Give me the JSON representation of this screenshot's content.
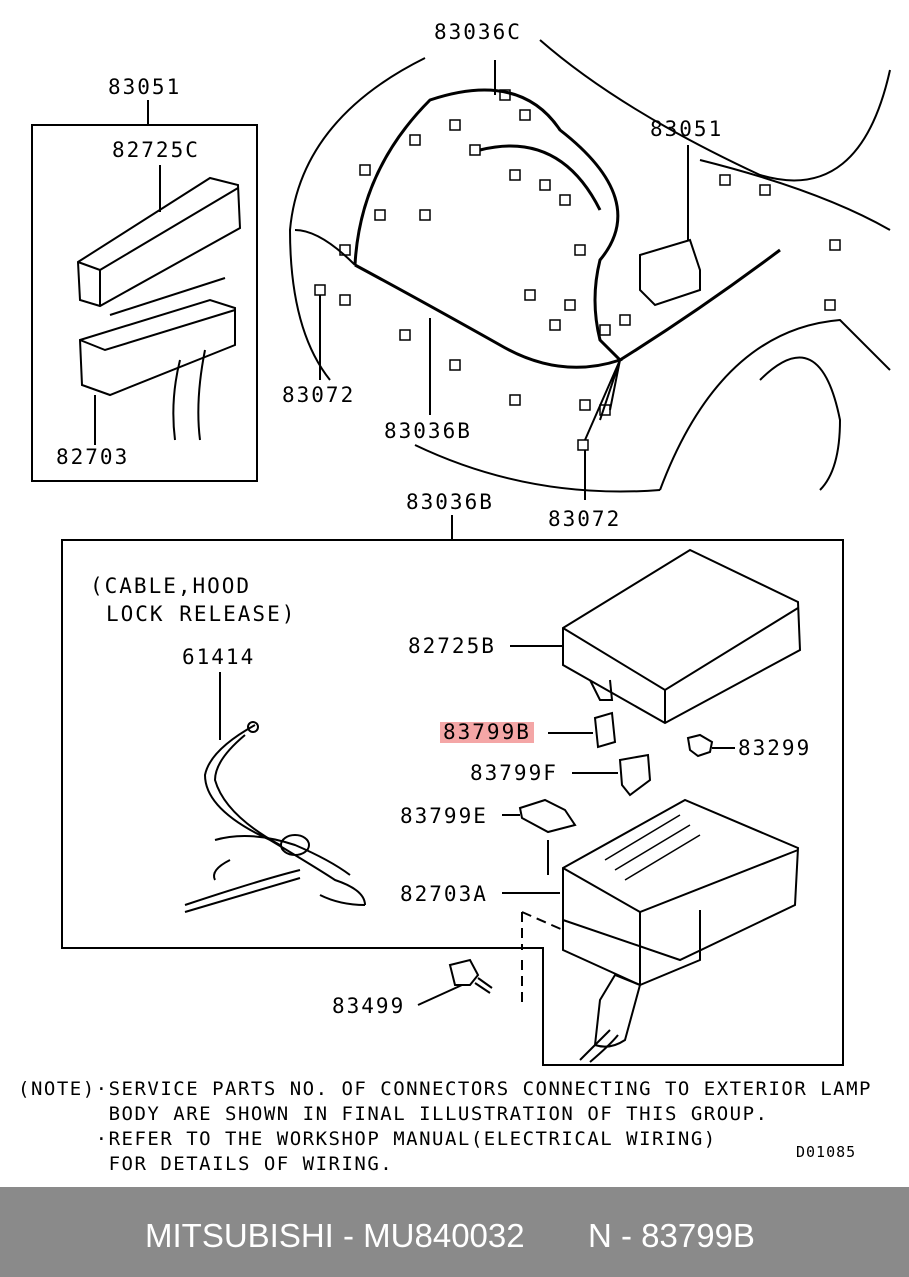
{
  "labels": {
    "top_connector_c": "83036C",
    "inset_top": "83051",
    "inset_cover": "82725C",
    "inset_box": "82703",
    "right_harness": "83051",
    "left_clip": "83072",
    "main_harness": "83036B",
    "bottom_clip": "83072",
    "detail_title": "83036B",
    "cable_line1": "(CABLE,HOOD",
    "cable_line2": "LOCK RELEASE)",
    "cable_part": "61414",
    "detail_cover": "82725B",
    "fuse_b": "83799B",
    "relay_83299": "83299",
    "fuse_f": "83799F",
    "relay_e": "83799E",
    "detail_box": "82703A",
    "bolt": "83499"
  },
  "note": {
    "line1": "(NOTE)·SERVICE PARTS NO. OF CONNECTORS CONNECTING TO EXTERIOR LAMP",
    "line2": "       BODY ARE SHOWN IN FINAL ILLUSTRATION OF THIS GROUP.",
    "line3": "      ·REFER TO THE WORKSHOP MANUAL(ELECTRICAL WIRING)",
    "line4": "       FOR DETAILS OF WIRING."
  },
  "diagram_code": "D01085",
  "footer": {
    "brand_part": "MITSUBISHI - MU840032",
    "ref": "N - 83799B"
  },
  "colors": {
    "highlight": "#f4a6a6",
    "footer_bg": "#8a8a8a"
  }
}
